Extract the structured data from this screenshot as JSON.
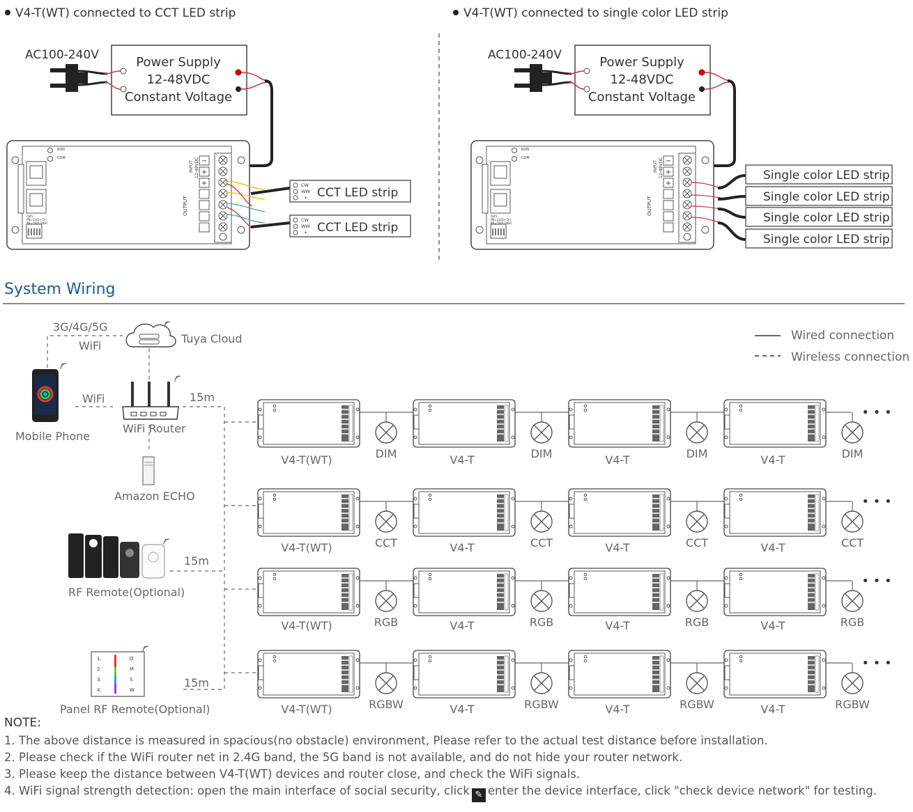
{
  "top_left": {
    "heading": "V4-T(WT) connected to CCT LED strip",
    "ac": "AC100-240V",
    "psu": [
      "Power Supply",
      "12-48VDC",
      "Constant Voltage"
    ],
    "strip_label": "CCT LED strip",
    "strip_pins": [
      "CW",
      "WW",
      "+"
    ]
  },
  "top_right": {
    "heading": "V4-T(WT) connected to single color LED strip",
    "ac": "AC100-240V",
    "psu": [
      "Power Supply",
      "12-48VDC",
      "Constant Voltage"
    ],
    "strip_label": "Single color LED strip"
  },
  "controller": {
    "run": "RUN",
    "com": "COM",
    "input": "INPUT",
    "input_v": "12-48VDC",
    "output": "OUTPUT",
    "rj45": "RJ45",
    "pinout1": "PN=12(D+ D-)",
    "pinout2": "PN=78(B GND)"
  },
  "system": {
    "title": "System Wiring",
    "legend_wired": "Wired connection",
    "legend_wireless": "Wireless connection",
    "net": "3G/4G/5G",
    "wifi": "WiFi",
    "cloud": "Tuya Cloud",
    "phone": "Mobile Phone",
    "router": "WiFi Router",
    "echo": "Amazon ECHO",
    "rf": "RF Remote(Optional)",
    "panel": "Panel RF Remote(Optional)",
    "dist": "15m",
    "panel_rows": [
      "1.",
      "2.",
      "3.",
      "4."
    ],
    "panel_right": [
      "O",
      "M",
      "S",
      "W"
    ],
    "dev_first": "V4-T(WT)",
    "dev_other": "V4-T",
    "dots": "• • •",
    "loads": [
      "DIM",
      "CCT",
      "RGB",
      "RGBW"
    ]
  },
  "notes": {
    "title": "NOTE:",
    "items": [
      "1. The above distance is measured in spacious(no obstacle) environment, Please refer to the actual test distance before installation.",
      "2. Please check if the WiFi router net in 2.4G band, the 5G band is not available, and do not hide your router network.",
      "3. Please keep the distance between V4-T(WT) devices and router close, and check the WiFi signals."
    ],
    "last_pre": "4. WiFi signal strength detection: open the main interface of social security, click",
    "last_icon": "✎",
    "last_post": "enter the device interface, click \"check device network\" for testing."
  }
}
